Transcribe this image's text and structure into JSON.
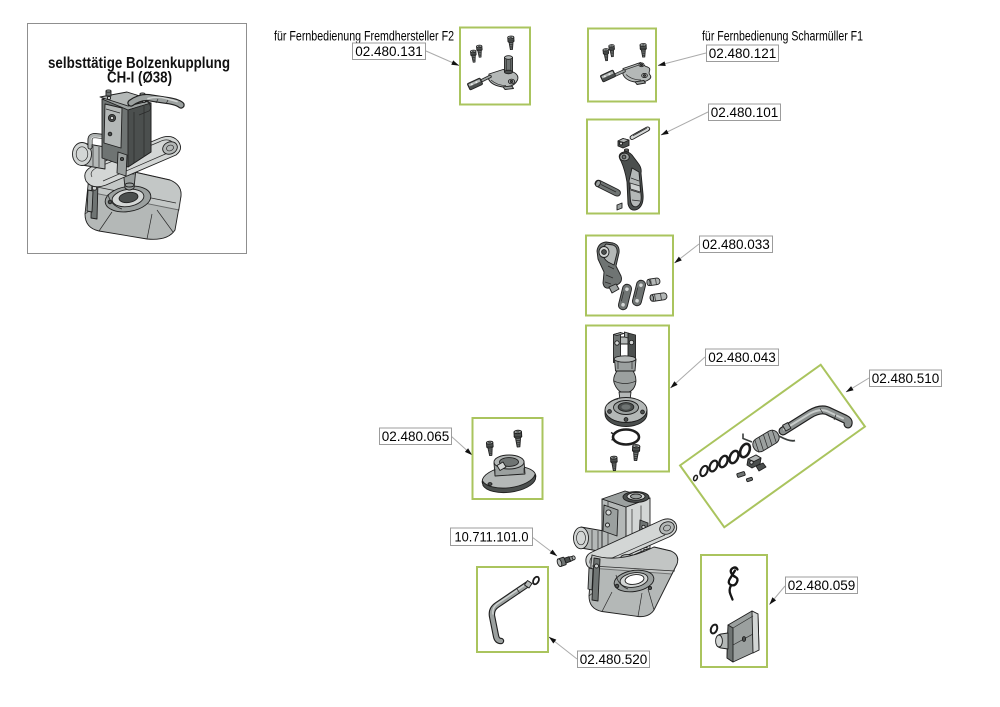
{
  "document": {
    "type": "exploded-parts-diagram",
    "language": "de"
  },
  "title_box": {
    "line1": "selbsttätige Bolzenkupplung",
    "line2": "CH-I (Ø38)"
  },
  "annotations": {
    "f2": "für Fernbedienung Fremdhersteller F2",
    "f1": "für Fernbedienung Scharmüller F1"
  },
  "part_labels": [
    {
      "id": "131",
      "number": "02.480.131"
    },
    {
      "id": "121",
      "number": "02.480.121"
    },
    {
      "id": "101",
      "number": "02.480.101"
    },
    {
      "id": "033",
      "number": "02.480.033"
    },
    {
      "id": "043",
      "number": "02.480.043"
    },
    {
      "id": "510",
      "number": "02.480.510"
    },
    {
      "id": "065",
      "number": "02.480.065"
    },
    {
      "id": "711",
      "number": "10.711.101.0"
    },
    {
      "id": "520",
      "number": "02.480.520"
    },
    {
      "id": "059",
      "number": "02.480.059"
    }
  ],
  "colors": {
    "part_box_border": "#aac45e",
    "label_border": "#9c9c9c",
    "leader_line": "#ababab",
    "arrowhead": "#111111",
    "background": "#ffffff",
    "text": "#000000"
  }
}
